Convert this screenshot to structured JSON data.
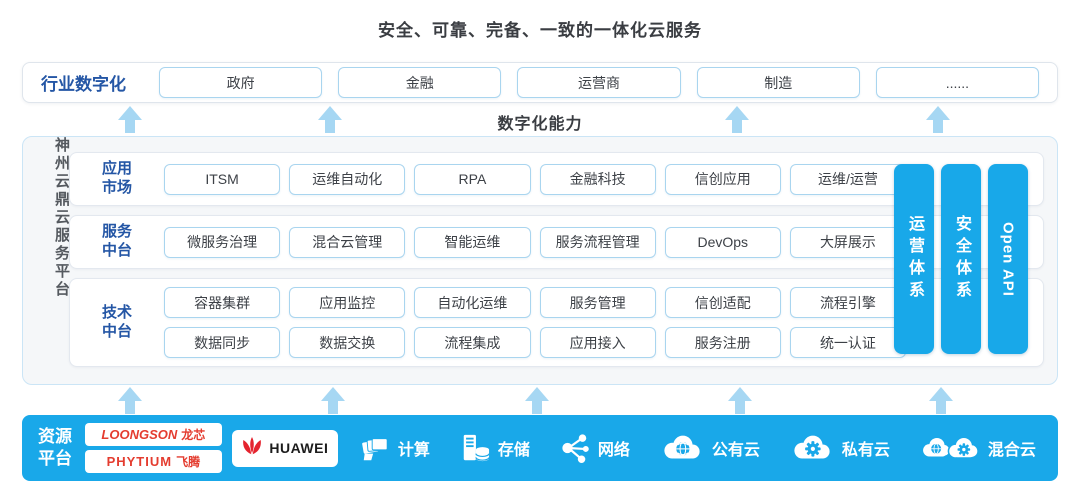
{
  "title": "安全、可靠、完备、一致的一体化云服务",
  "industry_row": {
    "label": "行业数字化",
    "items": [
      "政府",
      "金融",
      "运营商",
      "制造",
      "......"
    ]
  },
  "capability_label": "数字化能力",
  "platform": {
    "side_label": "神州云鼎云服务平台",
    "rows": [
      {
        "label": "应用市场",
        "lines": [
          [
            "ITSM",
            "运维自动化",
            "RPA",
            "金融科技",
            "信创应用",
            "运维/运营"
          ]
        ]
      },
      {
        "label": "服务中台",
        "lines": [
          [
            "微服务治理",
            "混合云管理",
            "智能运维",
            "服务流程管理",
            "DevOps",
            "大屏展示"
          ]
        ]
      },
      {
        "label": "技术中台",
        "lines": [
          [
            "容器集群",
            "应用监控",
            "自动化运维",
            "服务管理",
            "信创适配",
            "流程引擎"
          ],
          [
            "数据同步",
            "数据交换",
            "流程集成",
            "应用接入",
            "服务注册",
            "统一认证"
          ]
        ]
      }
    ],
    "side_bars": [
      "运营体系",
      "安全体系",
      "Open API"
    ]
  },
  "resource_platform": {
    "label": "资源平台",
    "vendors": {
      "loongson": {
        "en": "LOONGSON",
        "cn": "龙芯"
      },
      "phytium": {
        "en": "PHYTIUM",
        "cn": "飞腾"
      },
      "huawei": "HUAWEI"
    },
    "resources": [
      {
        "icon": "compute-icon",
        "label": "计算"
      },
      {
        "icon": "storage-icon",
        "label": "存储"
      },
      {
        "icon": "network-icon",
        "label": "网络"
      },
      {
        "icon": "public-cloud-icon",
        "label": "公有云"
      },
      {
        "icon": "private-cloud-icon",
        "label": "私有云"
      },
      {
        "icon": "hybrid-cloud-icon",
        "label": "混合云"
      }
    ]
  },
  "colors": {
    "accent_blue": "#19a8e9",
    "arrow_light_blue": "#a6d7f3",
    "label_blue": "#2456a5",
    "logo_red": "#e43c2f"
  }
}
